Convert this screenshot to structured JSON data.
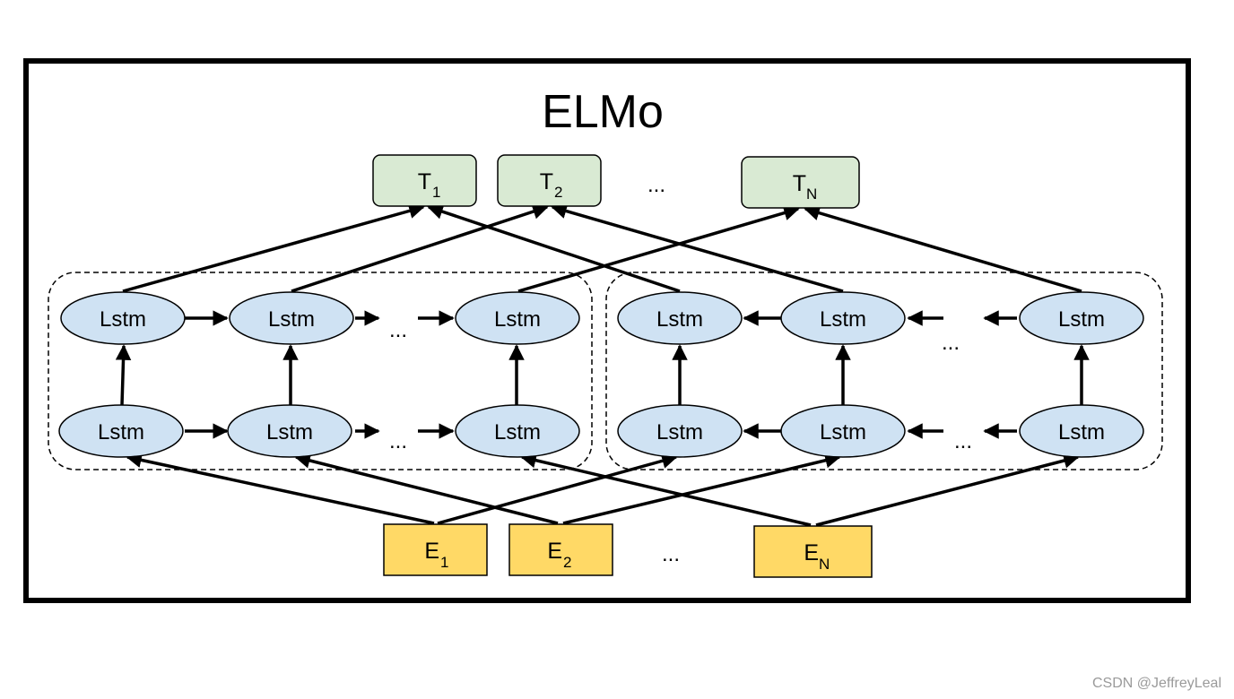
{
  "title": "ELMo",
  "lstm_label": "Lstm",
  "ellipsis": "...",
  "outputs": [
    {
      "base": "T",
      "sub": "1"
    },
    {
      "base": "T",
      "sub": "2"
    },
    {
      "base": "T",
      "sub": "N"
    }
  ],
  "inputs": [
    {
      "base": "E",
      "sub": "1"
    },
    {
      "base": "E",
      "sub": "2"
    },
    {
      "base": "E",
      "sub": "N"
    }
  ],
  "watermark": "CSDN @JeffreyLeal",
  "colors": {
    "lstm_fill": "#cfe2f3",
    "output_fill": "#d9ead3",
    "input_fill": "#ffd966",
    "stroke": "#000000"
  }
}
